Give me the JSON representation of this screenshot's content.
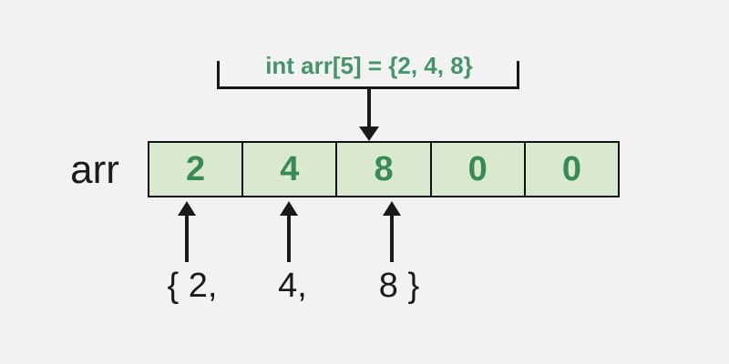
{
  "declaration": "int arr[5] = {2, 4, 8}",
  "array": {
    "label": "arr",
    "cells": [
      "2",
      "4",
      "8",
      "0",
      "0"
    ]
  },
  "initializer_labels": [
    "{ 2,",
    "4,",
    "8 }"
  ],
  "colors": {
    "background": "#f2f2f2",
    "cell_fill": "#d8e9cf",
    "cell_border": "#111111",
    "value_green": "#3a8a55",
    "declaration_green": "#45946a",
    "arrow_black": "#1a1a1a",
    "text_black": "#1b1b1b"
  }
}
